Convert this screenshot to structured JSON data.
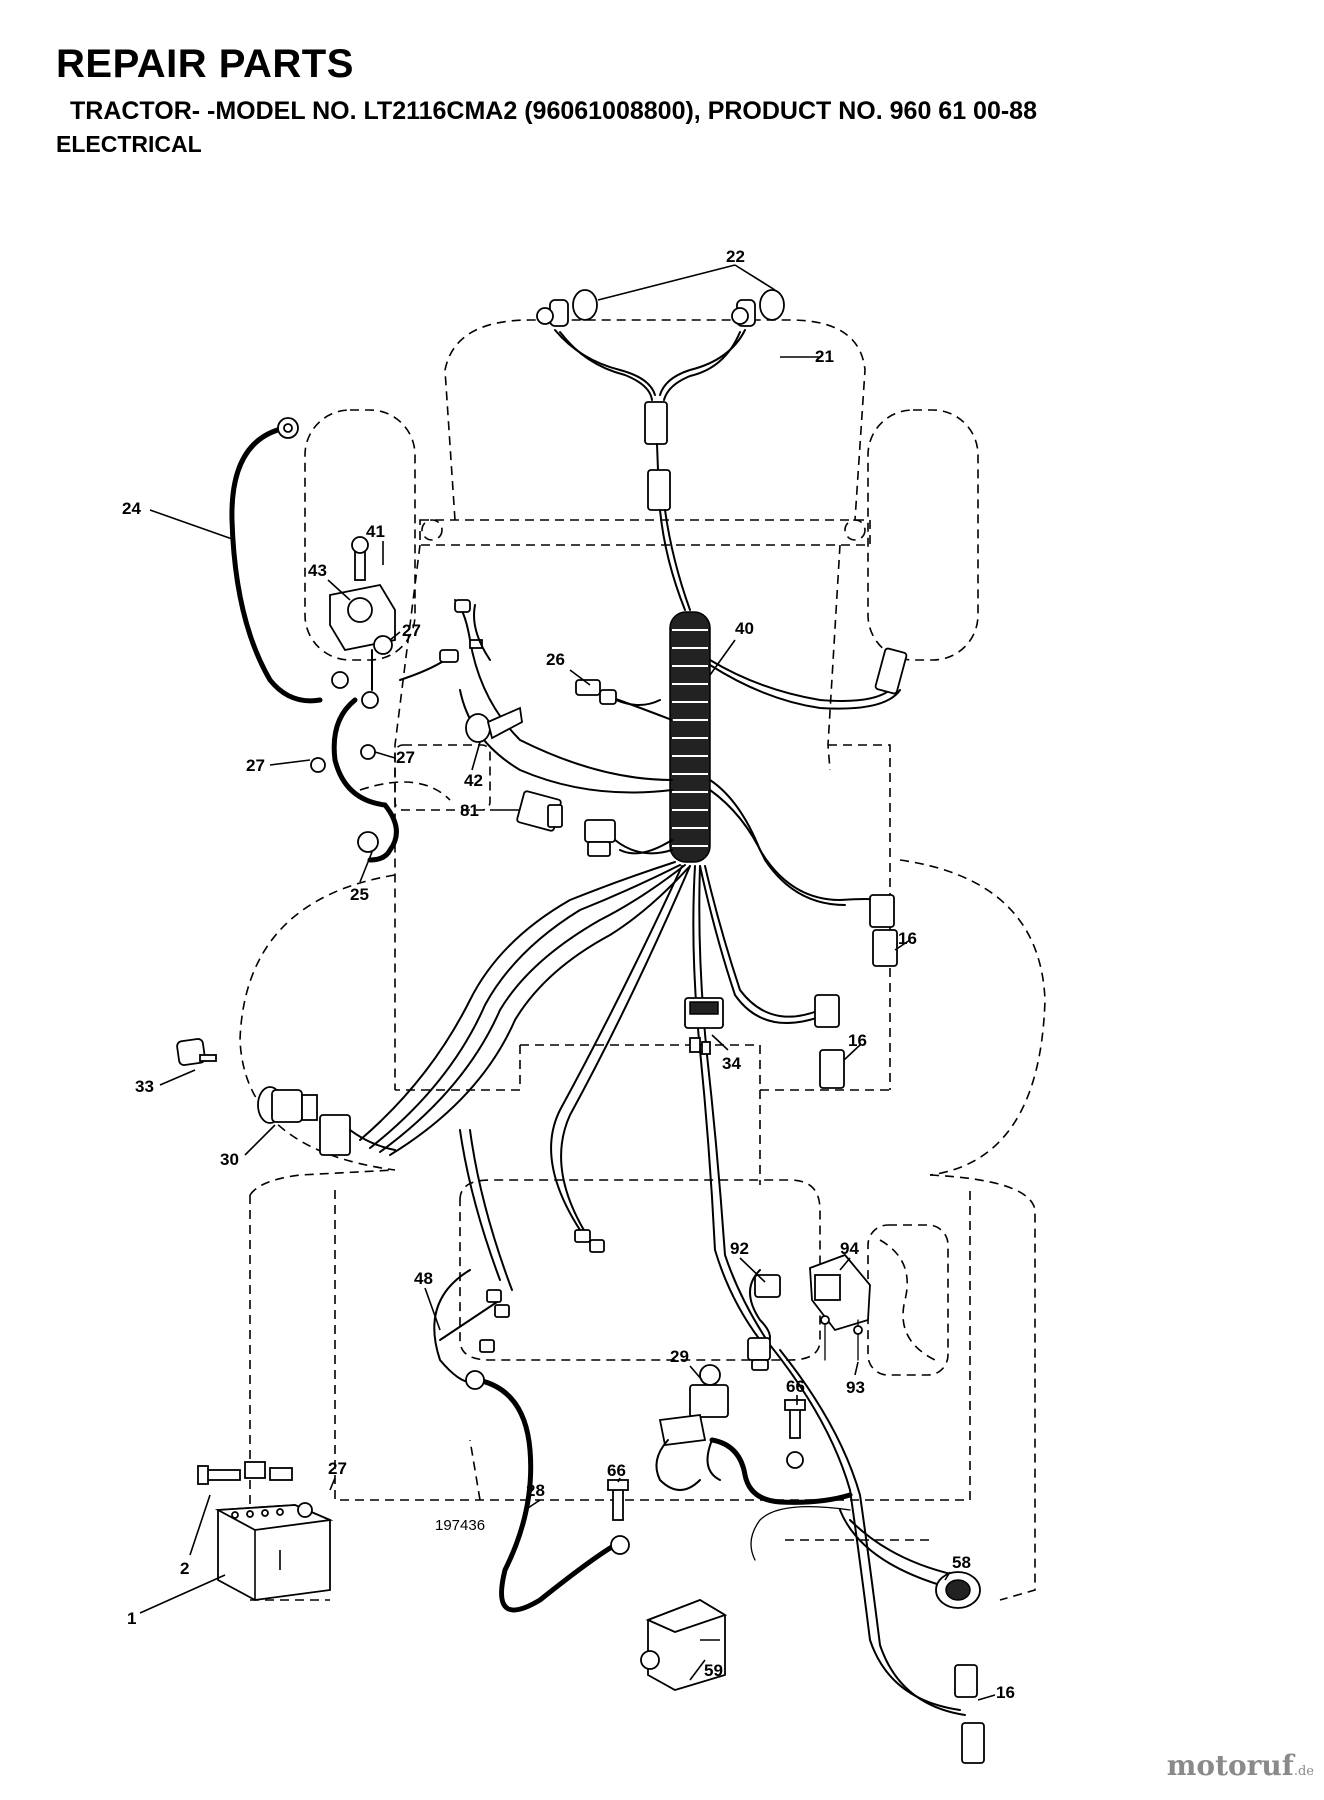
{
  "header": {
    "title": "REPAIR PARTS",
    "model_line": "TRACTOR- -MODEL NO. LT2116CMA2 (96061008800), PRODUCT NO. 960 61 00-88",
    "section": "ELECTRICAL"
  },
  "diagram": {
    "drawing_number": "197436",
    "callouts": {
      "c22": "22",
      "c21": "21",
      "c24": "24",
      "c41": "41",
      "c43": "43",
      "c27a": "27",
      "c27b": "27",
      "c27c": "27",
      "c27d": "27",
      "c40": "40",
      "c26": "26",
      "c42": "42",
      "c81": "81",
      "c25": "25",
      "c16a": "16",
      "c16b": "16",
      "c16c": "16",
      "c34": "34",
      "c33": "33",
      "c30": "30",
      "c48": "48",
      "c92": "92",
      "c94": "94",
      "c93": "93",
      "c29": "29",
      "c66a": "66",
      "c66b": "66",
      "c28": "28",
      "c2": "2",
      "c1": "1",
      "c58": "58",
      "c59": "59"
    }
  },
  "watermark": {
    "text": "motoruf",
    "suffix": ".de"
  }
}
